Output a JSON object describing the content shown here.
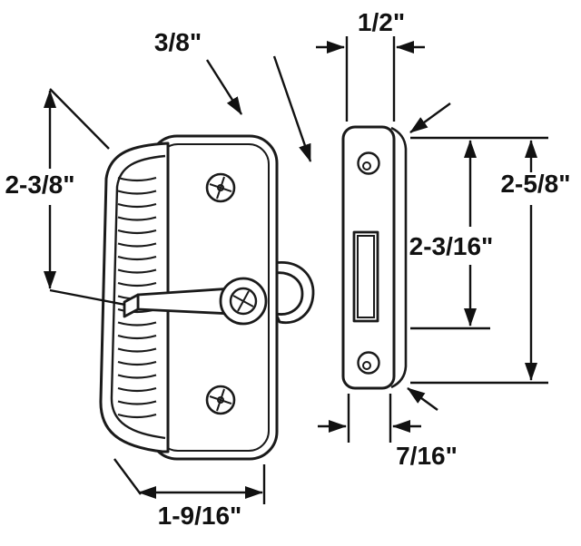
{
  "figure": {
    "colors": {
      "line": "#1a1a1a",
      "background": "#ffffff"
    },
    "labels": {
      "dim_3_8": "3/8\"",
      "dim_1_2": "1/2\"",
      "dim_2_3_8": "2-3/8\"",
      "dim_2_5_8": "2-5/8\"",
      "dim_2_3_16": "2-3/16\"",
      "dim_7_16": "7/16\"",
      "dim_1_9_16": "1-9/16\""
    }
  }
}
